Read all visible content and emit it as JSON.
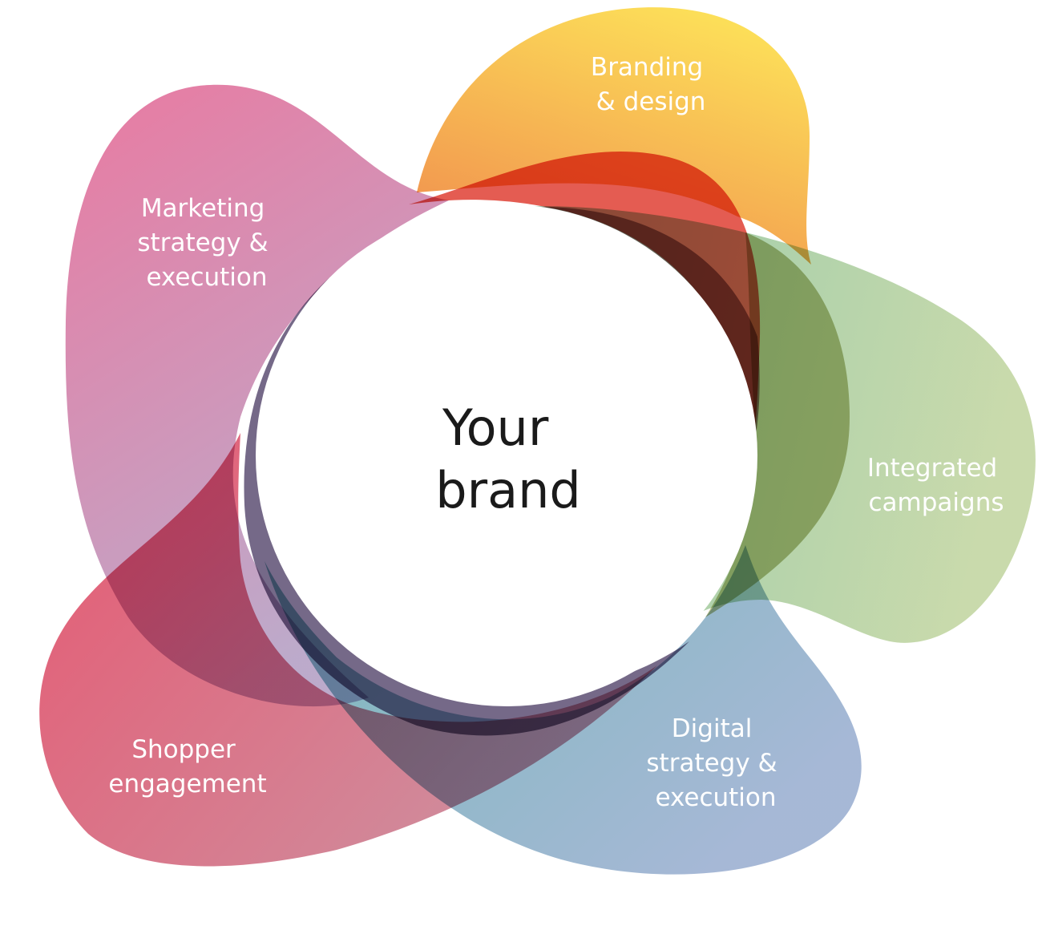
{
  "center": {
    "lines": [
      "Your",
      "brand"
    ]
  },
  "petals": [
    {
      "id": "marketing",
      "lines": [
        "Marketing",
        "strategy &",
        "execution"
      ],
      "colors": [
        "#e8739c",
        "#b9a6c8"
      ]
    },
    {
      "id": "branding",
      "lines": [
        "Branding",
        "& design"
      ],
      "colors": [
        "#fde150",
        "#f08c45"
      ]
    },
    {
      "id": "integrated",
      "lines": [
        "Integrated",
        "campaigns"
      ],
      "colors": [
        "#8fc6a6",
        "#c6d8a7"
      ]
    },
    {
      "id": "digital",
      "lines": [
        "Digital",
        "strategy &",
        "execution"
      ],
      "colors": [
        "#6fb3b4",
        "#9fb2d3"
      ]
    },
    {
      "id": "shopper",
      "lines": [
        "Shopper",
        "engagement"
      ],
      "colors": [
        "#e2506a",
        "#c78c9c"
      ]
    }
  ]
}
